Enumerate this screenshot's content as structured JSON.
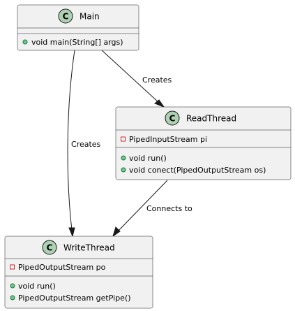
{
  "colors": {
    "box_fill": "#f1f1f1",
    "box_border": "#181818",
    "stereotype_circle": "#add1b2",
    "public_marker": "#84be84",
    "private_marker": "#c82930"
  },
  "classes": {
    "main": {
      "stereotype": "C",
      "name": "Main",
      "fields": [],
      "methods": [
        {
          "visibility": "public",
          "text": "void main(String[] args)"
        }
      ]
    },
    "read_thread": {
      "stereotype": "C",
      "name": "ReadThread",
      "fields": [
        {
          "visibility": "private",
          "text": "PipedInputStream pi"
        }
      ],
      "methods": [
        {
          "visibility": "public",
          "text": "void run()"
        },
        {
          "visibility": "public",
          "text": "void conect(PipedOutputStream os)"
        }
      ]
    },
    "write_thread": {
      "stereotype": "C",
      "name": "WriteThread",
      "fields": [
        {
          "visibility": "private",
          "text": "PipedOutputStream po"
        }
      ],
      "methods": [
        {
          "visibility": "public",
          "text": "void run()"
        },
        {
          "visibility": "public",
          "text": "PipedOutputStream getPipe()"
        }
      ]
    }
  },
  "relations": [
    {
      "from": "Main",
      "to": "ReadThread",
      "label": "Creates"
    },
    {
      "from": "Main",
      "to": "WriteThread",
      "label": "Creates"
    },
    {
      "from": "ReadThread",
      "to": "WriteThread",
      "label": "Connects to"
    }
  ]
}
